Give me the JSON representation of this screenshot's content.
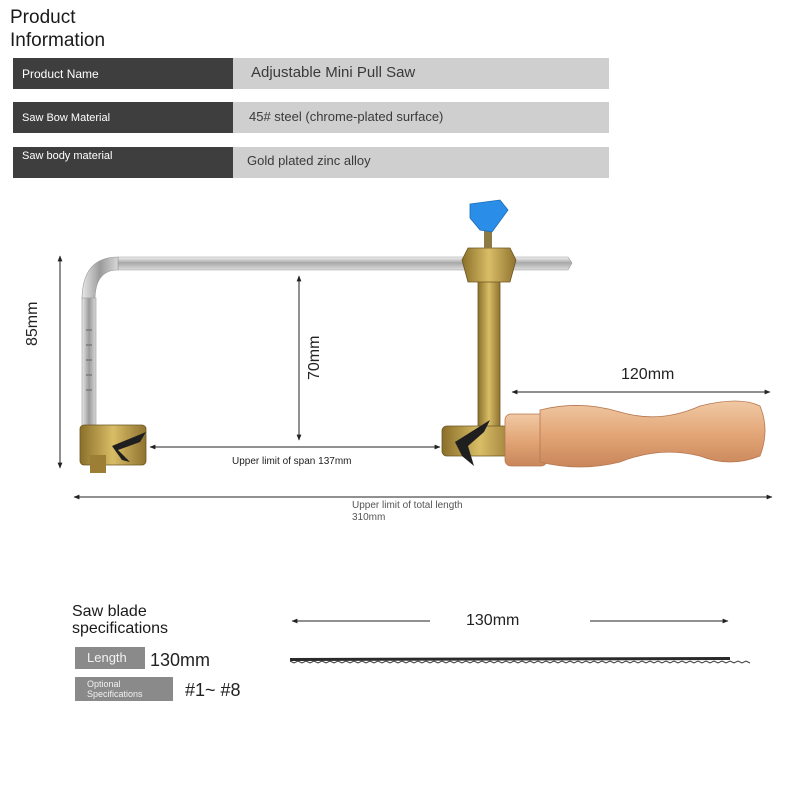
{
  "header": {
    "title": "Product Information"
  },
  "specs": [
    {
      "label": "Product Name",
      "value": "Adjustable Mini Pull Saw"
    },
    {
      "label": "Saw Bow Material",
      "value": "45# steel (chrome-plated surface)"
    },
    {
      "label": "Saw body material",
      "value": "Gold plated zinc alloy"
    }
  ],
  "dimensions": {
    "height": "85mm",
    "inner_height": "70mm",
    "handle_length": "120mm",
    "span": "Upper limit of span 137mm",
    "total_label": "Upper limit of total length",
    "total_value": "310mm"
  },
  "blade": {
    "title": "Saw blade specifications",
    "length_label": "Length",
    "length_value": "130mm",
    "options_label": "Optional Specifications",
    "options_value": "#1~ #8",
    "dimension": "130mm"
  },
  "colors": {
    "row_label_bg": "#3e3e3e",
    "row_value_bg": "#cfcfcf",
    "blade_label_bg": "#8a8a8a",
    "knob_blue": "#2a8ee8",
    "wood": "#e5ad82",
    "brass": "#b8963a"
  }
}
